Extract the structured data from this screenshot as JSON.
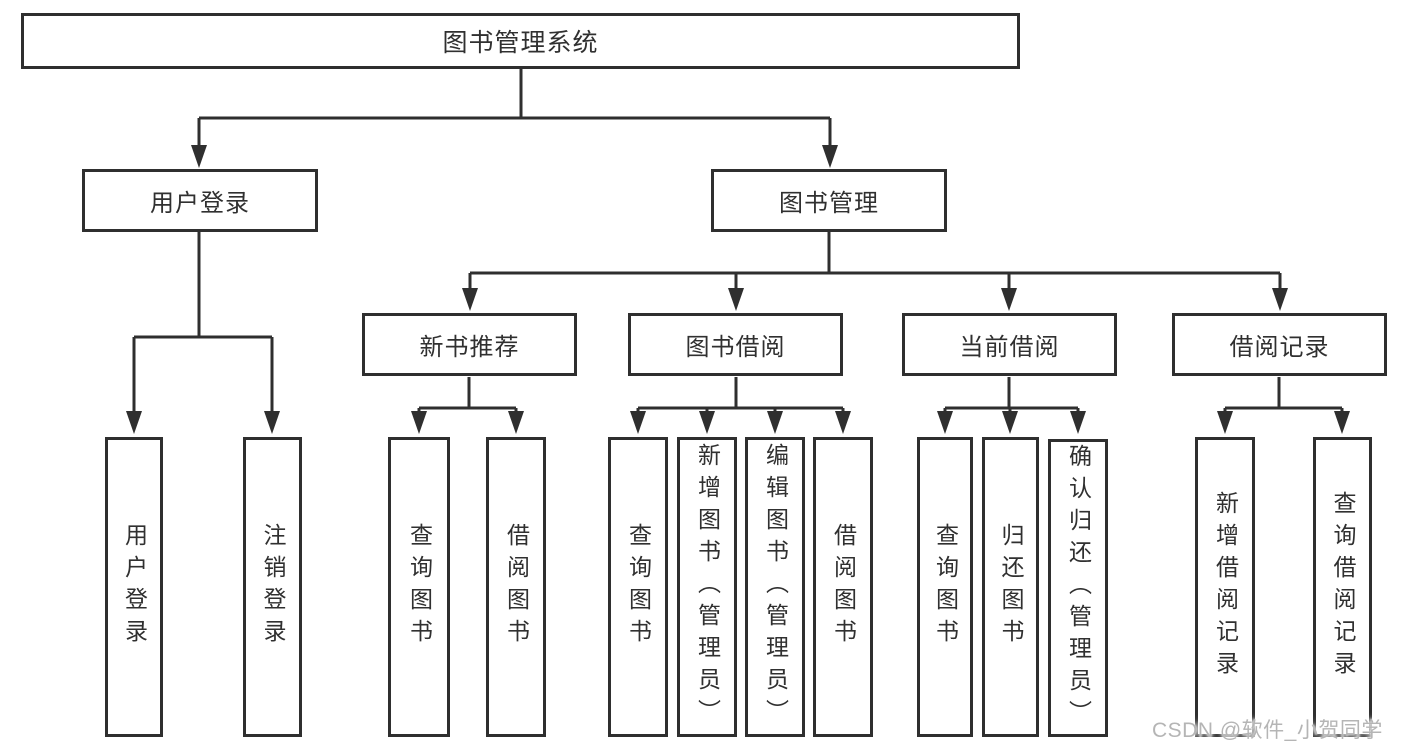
{
  "diagram": {
    "tree": {
      "label": "图书管理系统",
      "children": [
        {
          "label": "用户登录",
          "children": [
            {
              "label": "用户登录"
            },
            {
              "label": "注销登录"
            }
          ]
        },
        {
          "label": "图书管理",
          "children": [
            {
              "label": "新书推荐",
              "children": [
                {
                  "label": "查询图书"
                },
                {
                  "label": "借阅图书"
                }
              ]
            },
            {
              "label": "图书借阅",
              "children": [
                {
                  "label": "查询图书"
                },
                {
                  "label": "新增图书（管理员）"
                },
                {
                  "label": "编辑图书（管理员）"
                },
                {
                  "label": "借阅图书"
                }
              ]
            },
            {
              "label": "当前借阅",
              "children": [
                {
                  "label": "查询图书"
                },
                {
                  "label": "归还图书"
                },
                {
                  "label": "确认归还（管理员）"
                }
              ]
            },
            {
              "label": "借阅记录",
              "children": [
                {
                  "label": "新增借阅记录"
                },
                {
                  "label": "查询借阅记录"
                }
              ]
            }
          ]
        }
      ]
    },
    "colors": {
      "line": "#2f2f2f",
      "box_border": "#2f2f2f",
      "box_fill": "#ffffff",
      "text": "#303030",
      "watermark": "#b5b5b5"
    }
  },
  "watermark": {
    "text": "CSDN @软件_小贺同学"
  }
}
